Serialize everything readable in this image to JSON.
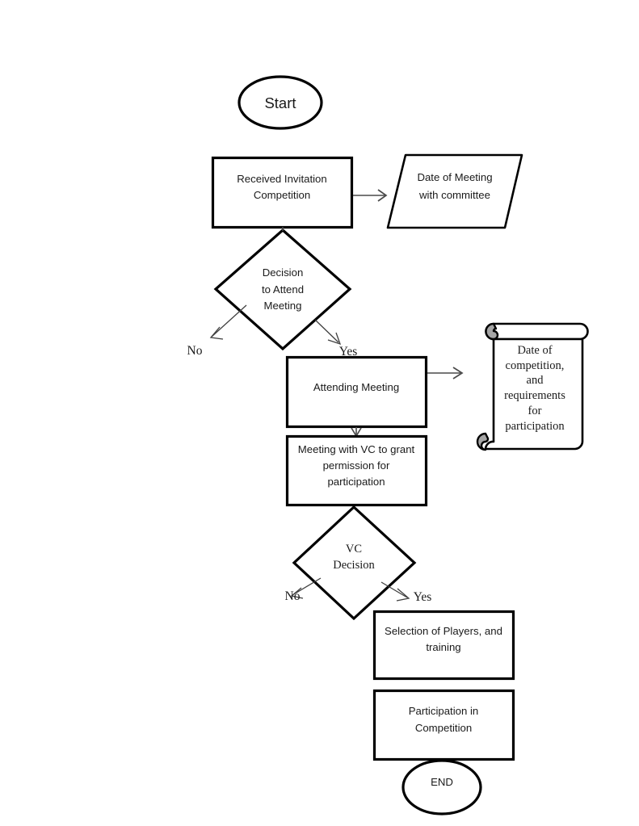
{
  "diagram": {
    "type": "flowchart",
    "title": "Competition participation process flowchart",
    "background_color": "#ffffff",
    "line_color": "#000000",
    "connector_color": "#4a4a4a",
    "curl_shade_color": "#a6a6a6"
  },
  "nodes": {
    "start": {
      "shape": "ellipse",
      "label": "Start"
    },
    "received_invitation": {
      "shape": "rectangle",
      "line1": "Received Invitation",
      "line2": "Competition"
    },
    "date_of_meeting": {
      "shape": "parallelogram",
      "line1": "Date of Meeting",
      "line2": "with committee"
    },
    "decision_attend": {
      "shape": "diamond",
      "line1": "Decision",
      "line2": "to Attend",
      "line3": "Meeting"
    },
    "attending_meeting": {
      "shape": "rectangle",
      "line1": "Attending Meeting"
    },
    "competition_details": {
      "shape": "scroll-document",
      "line1": "Date of",
      "line2": "competition,",
      "line3": "and",
      "line4": "requirements",
      "line5": "for",
      "line6": "participation"
    },
    "meeting_with_vc": {
      "shape": "rectangle",
      "line1": "Meeting with VC to grant",
      "line2": "permission for",
      "line3": "participation"
    },
    "vc_decision": {
      "shape": "diamond",
      "line1": "VC",
      "line2": "Decision"
    },
    "selection_of_players": {
      "shape": "rectangle",
      "line1": "Selection of Players, and",
      "line2": "training"
    },
    "participation_in_competition": {
      "shape": "rectangle",
      "line1": "Participation in",
      "line2": "Competition"
    },
    "end": {
      "shape": "ellipse",
      "label": "END"
    }
  },
  "edge_labels": {
    "decision_attend_no": "No",
    "decision_attend_yes": "Yes",
    "vc_decision_no": "No",
    "vc_decision_yes": "Yes"
  }
}
